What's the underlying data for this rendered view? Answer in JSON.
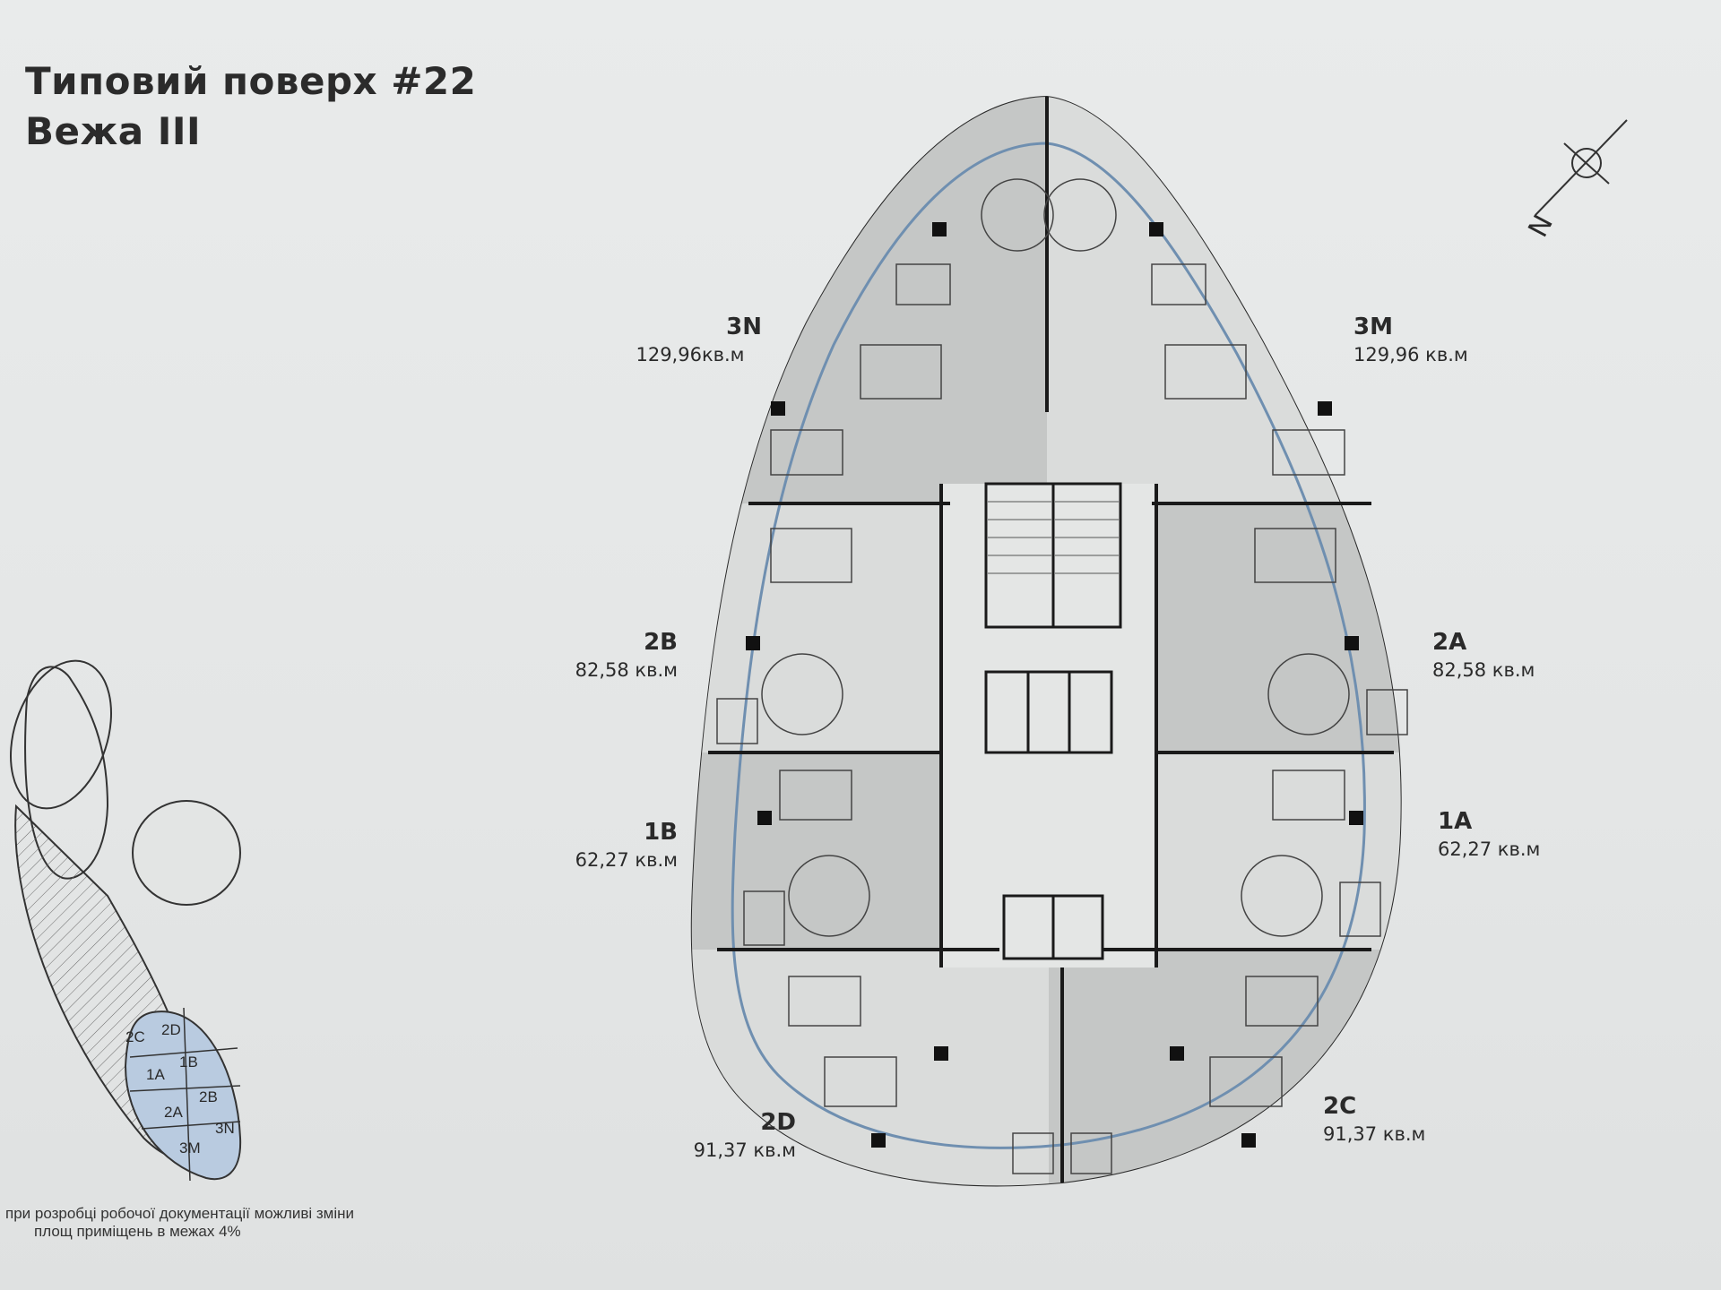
{
  "title": {
    "line1": "Типовий поверх #22",
    "line2": "Вежа III"
  },
  "units": [
    {
      "code": "3N",
      "area": "129,96кв.м"
    },
    {
      "code": "3M",
      "area": "129,96 кв.м"
    },
    {
      "code": "2B",
      "area": "82,58 кв.м"
    },
    {
      "code": "2A",
      "area": "82,58 кв.м"
    },
    {
      "code": "1B",
      "area": "62,27 кв.м"
    },
    {
      "code": "1A",
      "area": "62,27 кв.м"
    },
    {
      "code": "2D",
      "area": "91,37 кв.м"
    },
    {
      "code": "2C",
      "area": "91,37 кв.м"
    }
  ],
  "key_plan": {
    "labels": [
      "2C",
      "2D",
      "1A",
      "1B",
      "2A",
      "2B",
      "3M",
      "3N"
    ]
  },
  "compass": {
    "north": "N"
  },
  "note": {
    "line1": "при розробці робочої документації можливі зміни",
    "line2": "площ приміщень в межах 4%"
  },
  "colors": {
    "glass": "#6f8fb0",
    "wall": "#1a1a1a",
    "shade_dark": "#bfc1c1",
    "shade_light": "#d6d8d7",
    "keyplan_fill": "#b9cbe0"
  }
}
